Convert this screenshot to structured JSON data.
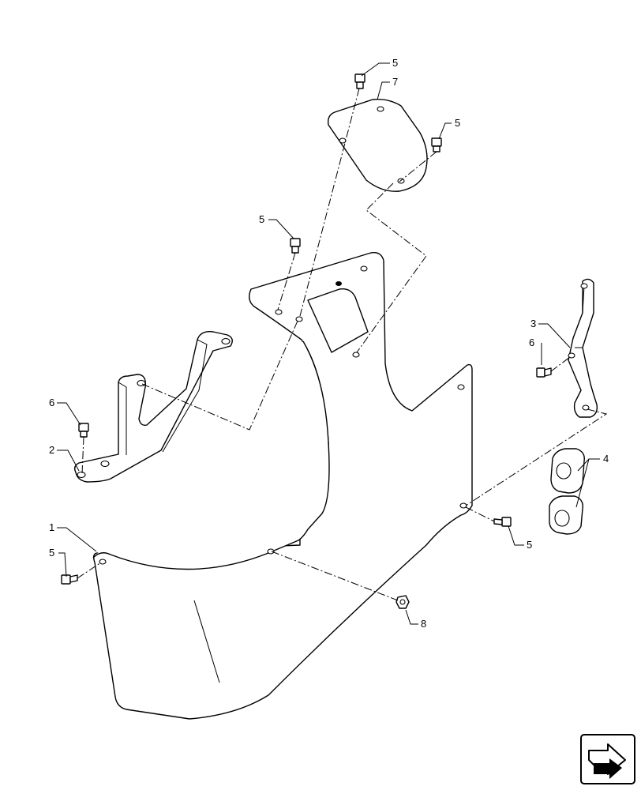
{
  "callouts": [
    {
      "label": "1"
    },
    {
      "label": "2"
    },
    {
      "label": "3"
    },
    {
      "label": "4"
    },
    {
      "label": "5"
    },
    {
      "label": "5"
    },
    {
      "label": "5"
    },
    {
      "label": "5"
    },
    {
      "label": "5"
    },
    {
      "label": "6"
    },
    {
      "label": "6"
    },
    {
      "label": "7"
    },
    {
      "label": "8"
    }
  ],
  "nav_icon": "next-page-arrow-icon"
}
